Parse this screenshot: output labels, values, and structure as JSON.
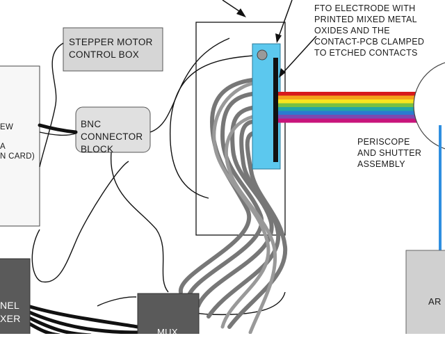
{
  "diagram": {
    "labels": {
      "stepper_box": "STEPPER MOTOR\nCONTROL BOX",
      "bnc_block": "BNC\nCONNECTOR\nBLOCK",
      "fto_annotation": "FTO ELECTRODE WITH\nPRINTED MIXED METAL\nOXIDES AND THE\nCONTACT-PCB CLAMPED\nTO ETCHED CONTACTS",
      "periscope": "PERISCOPE\nAND SHUTTER\nASSEMBLY",
      "left_box_partial": "EW\n\nA\nN CARD)",
      "channel_mux_partial": "NEL\nXER",
      "mux": "MUX",
      "ar_box_partial": "AR"
    },
    "colors": {
      "line": "#111111",
      "cable_gray": "#6e6e6e",
      "box_gray": "#d3d3d3",
      "dark_gray_box": "#5a5a5a",
      "electrode_blue": "#5cc8ee",
      "fiber_blue": "#2f8fe0"
    },
    "spectrum": [
      "#d7191c",
      "#f4a11b",
      "#f7e51e",
      "#77c043",
      "#21a6a6",
      "#2b7bd0",
      "#7b4ab1",
      "#c8157b"
    ]
  }
}
